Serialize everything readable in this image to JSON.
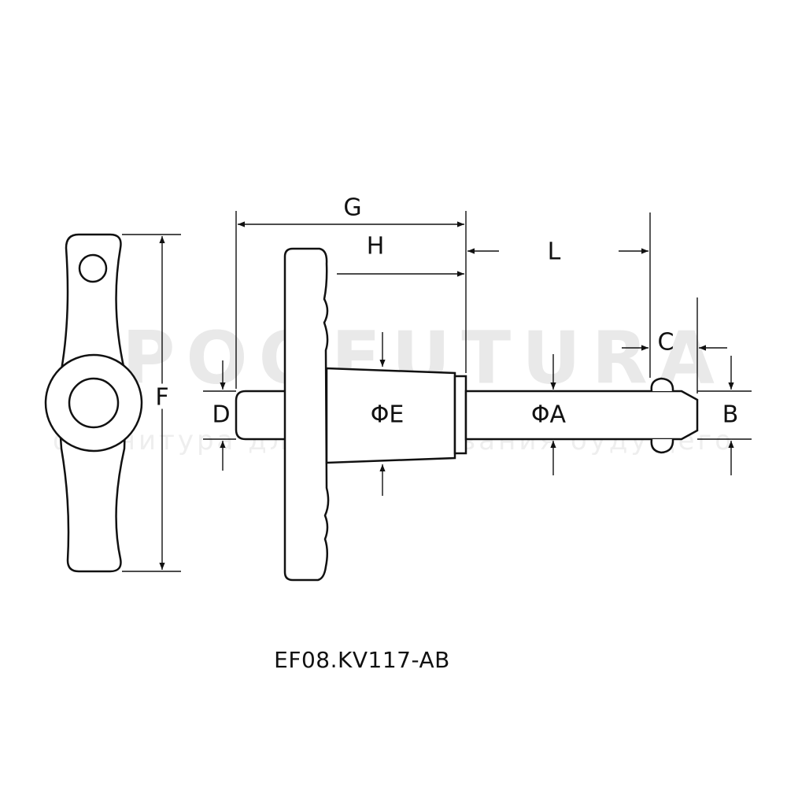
{
  "watermark": {
    "brand": "EPOOFUTURA",
    "tagline": "фурнитура для оборудования будущего"
  },
  "labels": {
    "G": "G",
    "H": "H",
    "L": "L",
    "C": "C",
    "F": "F",
    "D": "D",
    "E": "ΦE",
    "A": "ΦA",
    "B": "B"
  },
  "caption": "EF08.KV117-AB",
  "colors": {
    "line": "#111111",
    "background": "#ffffff",
    "watermark": "#e9e9e9"
  }
}
